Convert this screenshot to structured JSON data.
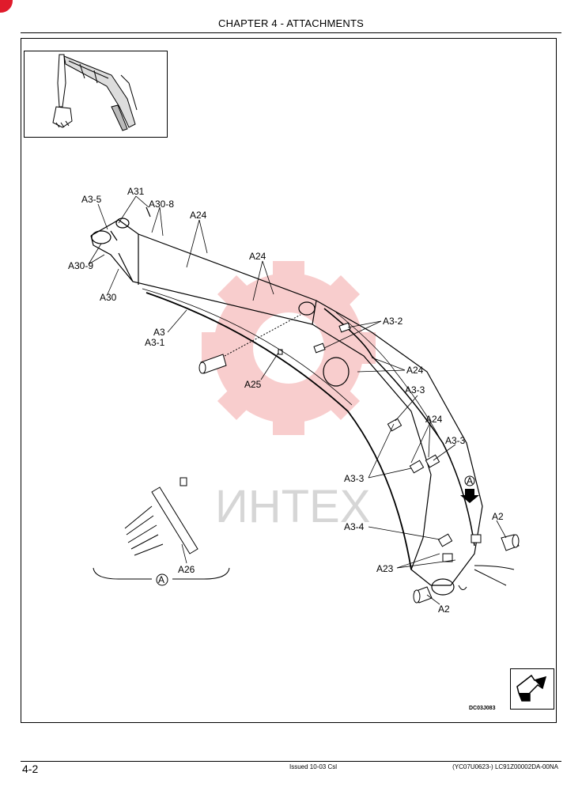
{
  "header": {
    "title": "CHAPTER 4 - ATTACHMENTS"
  },
  "footer": {
    "page_number": "4-2",
    "issued": "Issued 10-03   Csl",
    "reference": "(YC07U0623-)   LC91Z00002DA-00NA"
  },
  "figure": {
    "code": "DC03J083",
    "watermark": "ИНТЕХ",
    "callouts": {
      "a31": "A31",
      "a3_5": "A3-5",
      "a30_8": "A30-8",
      "a24_top": "A24",
      "a30_9": "A30-9",
      "a30": "A30",
      "a24_mid": "A24",
      "a3": "A3",
      "a3_1": "A3-1",
      "a3_2": "A3-2",
      "a24_right": "A24",
      "a25": "A25",
      "a3_3_upper": "A3-3",
      "a24_lower": "A24",
      "a3_3_right": "A3-3",
      "a3_3_left": "A3-3",
      "view_a": "A",
      "a2_right": "A2",
      "a3_4": "A3-4",
      "a23": "A23",
      "a2_bottom": "A2",
      "a26": "A26",
      "detail_a": "A"
    }
  },
  "colors": {
    "watermark": "#f4a6a6",
    "ink": "#000000",
    "badge": "#e01b2b"
  }
}
